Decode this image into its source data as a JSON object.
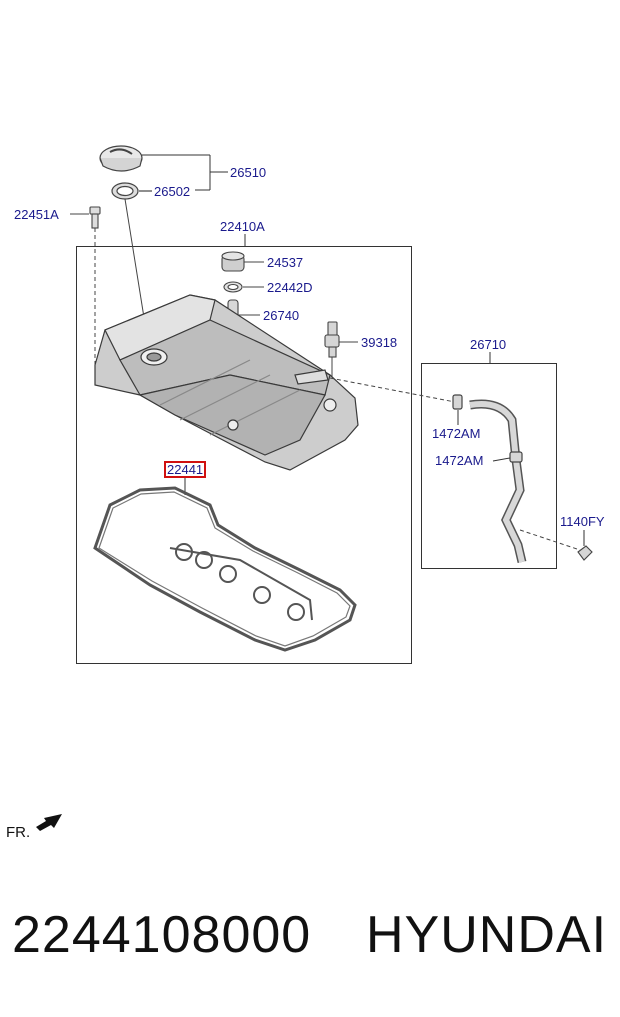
{
  "callouts": {
    "c26510": "26510",
    "c26502": "26502",
    "c22451A": "22451A",
    "c22410A": "22410A",
    "c24537": "24537",
    "c22442D": "22442D",
    "c26740": "26740",
    "c39318": "39318",
    "c26710": "26710",
    "c1472AM_top": "1472AM",
    "c1472AM_bottom": "1472AM",
    "c1140FY": "1140FY",
    "c22441": "22441"
  },
  "highlight_color": "#d01010",
  "label_color": "#1a1a8c",
  "front_indicator": "FR.",
  "footer": {
    "part_number": "2244108000",
    "brand": "HYUNDAI"
  },
  "icons": [
    "front-direction-arrow-icon"
  ]
}
